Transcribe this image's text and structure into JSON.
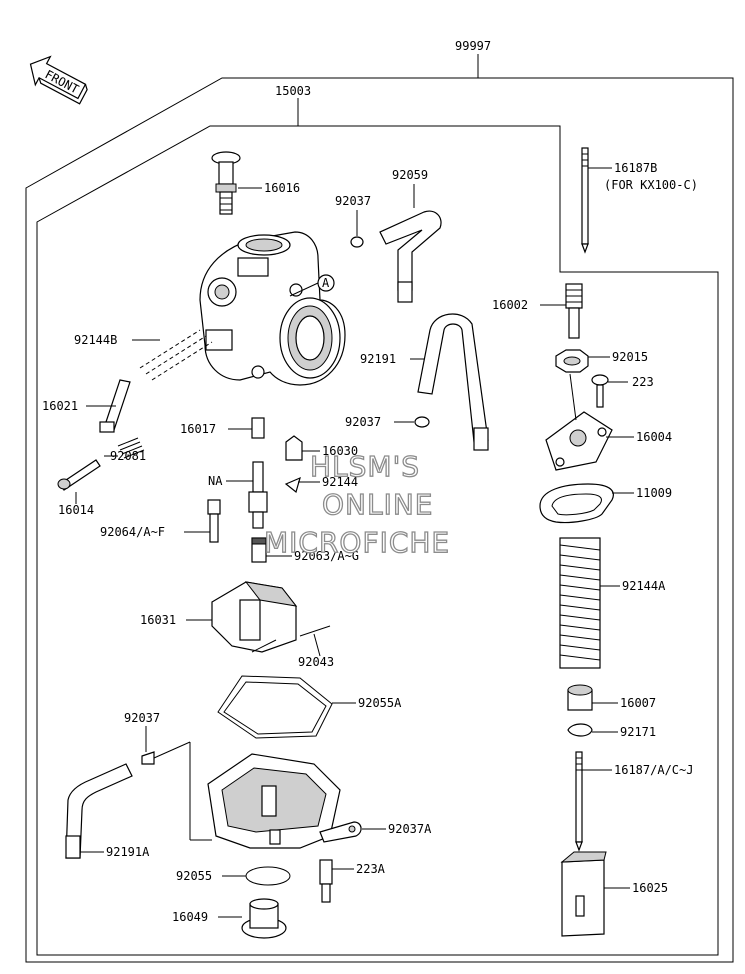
{
  "front_marker": "FRONT",
  "assembly_labels": {
    "kit": "99997",
    "carburetor": "15003"
  },
  "parts": [
    {
      "id": "16016",
      "label": "16016"
    },
    {
      "id": "92037-top",
      "label": "92037"
    },
    {
      "id": "92059",
      "label": "92059"
    },
    {
      "id": "16187B",
      "label": "16187B",
      "note": "(FOR KX100-C)"
    },
    {
      "id": "92144B",
      "label": "92144B"
    },
    {
      "id": "ref-A",
      "label": "A"
    },
    {
      "id": "16002",
      "label": "16002"
    },
    {
      "id": "92191",
      "label": "92191"
    },
    {
      "id": "92015",
      "label": "92015"
    },
    {
      "id": "223",
      "label": "223"
    },
    {
      "id": "16021",
      "label": "16021"
    },
    {
      "id": "92037-mid",
      "label": "92037"
    },
    {
      "id": "16004",
      "label": "16004"
    },
    {
      "id": "16017",
      "label": "16017"
    },
    {
      "id": "16030",
      "label": "16030"
    },
    {
      "id": "92081",
      "label": "92081"
    },
    {
      "id": "92144",
      "label": "92144"
    },
    {
      "id": "NA",
      "label": "NA"
    },
    {
      "id": "16014",
      "label": "16014"
    },
    {
      "id": "11009",
      "label": "11009"
    },
    {
      "id": "92064",
      "label": "92064/A~F"
    },
    {
      "id": "92063",
      "label": "92063/A~G"
    },
    {
      "id": "92144A",
      "label": "92144A"
    },
    {
      "id": "16031",
      "label": "16031"
    },
    {
      "id": "92043",
      "label": "92043"
    },
    {
      "id": "92055A",
      "label": "92055A"
    },
    {
      "id": "16007",
      "label": "16007"
    },
    {
      "id": "92037-low",
      "label": "92037"
    },
    {
      "id": "92171",
      "label": "92171"
    },
    {
      "id": "16187",
      "label": "16187/A/C~J"
    },
    {
      "id": "92037A",
      "label": "92037A"
    },
    {
      "id": "92191A",
      "label": "92191A"
    },
    {
      "id": "92055",
      "label": "92055"
    },
    {
      "id": "223A",
      "label": "223A"
    },
    {
      "id": "16025",
      "label": "16025"
    },
    {
      "id": "16049",
      "label": "16049"
    }
  ],
  "watermark": {
    "line1": "HLSM'S",
    "line2": "ONLINE",
    "line3": "MICROFICHE"
  }
}
